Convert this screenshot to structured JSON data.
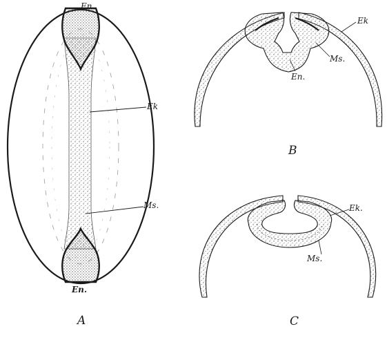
{
  "figure": {
    "panels": {
      "a": {
        "letter": "A",
        "labels": {
          "en_top": "En.",
          "ek": "Ek",
          "ms": "Ms.",
          "en_bottom": "En."
        }
      },
      "b": {
        "letter": "B",
        "labels": {
          "ek": "Ek",
          "ms": "Ms.",
          "en": "En."
        }
      },
      "c": {
        "letter": "C",
        "labels": {
          "ek": "Ek.",
          "ms": "Ms."
        }
      }
    },
    "colors": {
      "line": "#1a1a1a",
      "stipple": "#6b6b6b",
      "fill": "#f4f4f4"
    }
  }
}
